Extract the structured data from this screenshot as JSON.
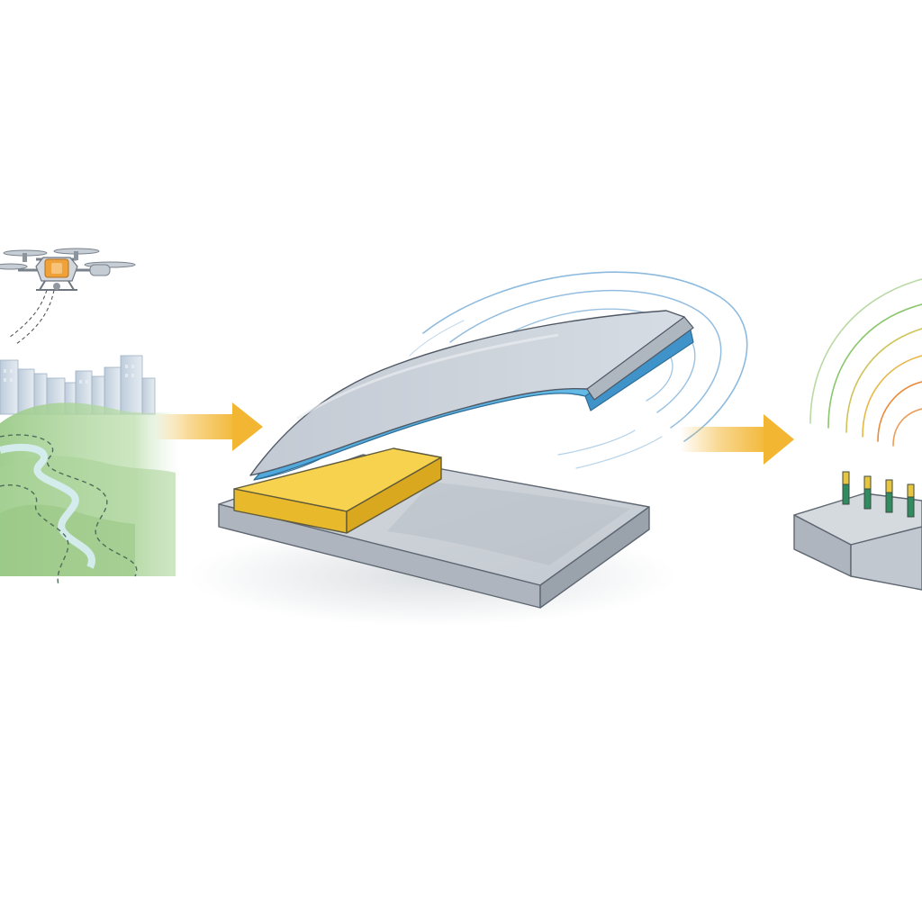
{
  "diagram": {
    "stages": [
      {
        "id": "source",
        "icon": "drone-over-landscape-icon"
      },
      {
        "id": "device",
        "icon": "flexible-cantilever-harvester-icon"
      },
      {
        "id": "output",
        "icon": "sensor-node-broadcasting-icon"
      }
    ],
    "flow_arrows": [
      {
        "from": "source",
        "to": "device"
      },
      {
        "from": "device",
        "to": "output"
      }
    ],
    "colors": {
      "arrow": "#F2B632",
      "substrate": "#C9CED6",
      "cantilever_top": "#CBD1D9",
      "cantilever_layer": "#58B4E2",
      "anchor_block": "#F4C73A",
      "vibration_waves": "#7FB2DA",
      "landscape_green": "#9CCB8A",
      "city_skyline": "#B9C8D8",
      "drone_accent": "#F0A23A",
      "signal_waves": [
        "#8CC66E",
        "#E6B84A",
        "#E98B3A"
      ],
      "sensor_pins": [
        "#2E8C60",
        "#E9C53C"
      ]
    }
  }
}
